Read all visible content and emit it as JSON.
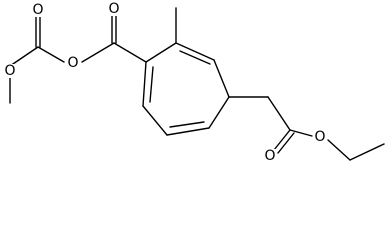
{
  "molecule": {
    "atom_labels": {
      "o_methoxy": "O",
      "o_carbonate_carbonyl": "O",
      "o_anhydride_bridge": "O",
      "o_acyl_carbonyl": "O",
      "o_ester_carbonyl": "O",
      "o_ester_ether": "O"
    }
  }
}
